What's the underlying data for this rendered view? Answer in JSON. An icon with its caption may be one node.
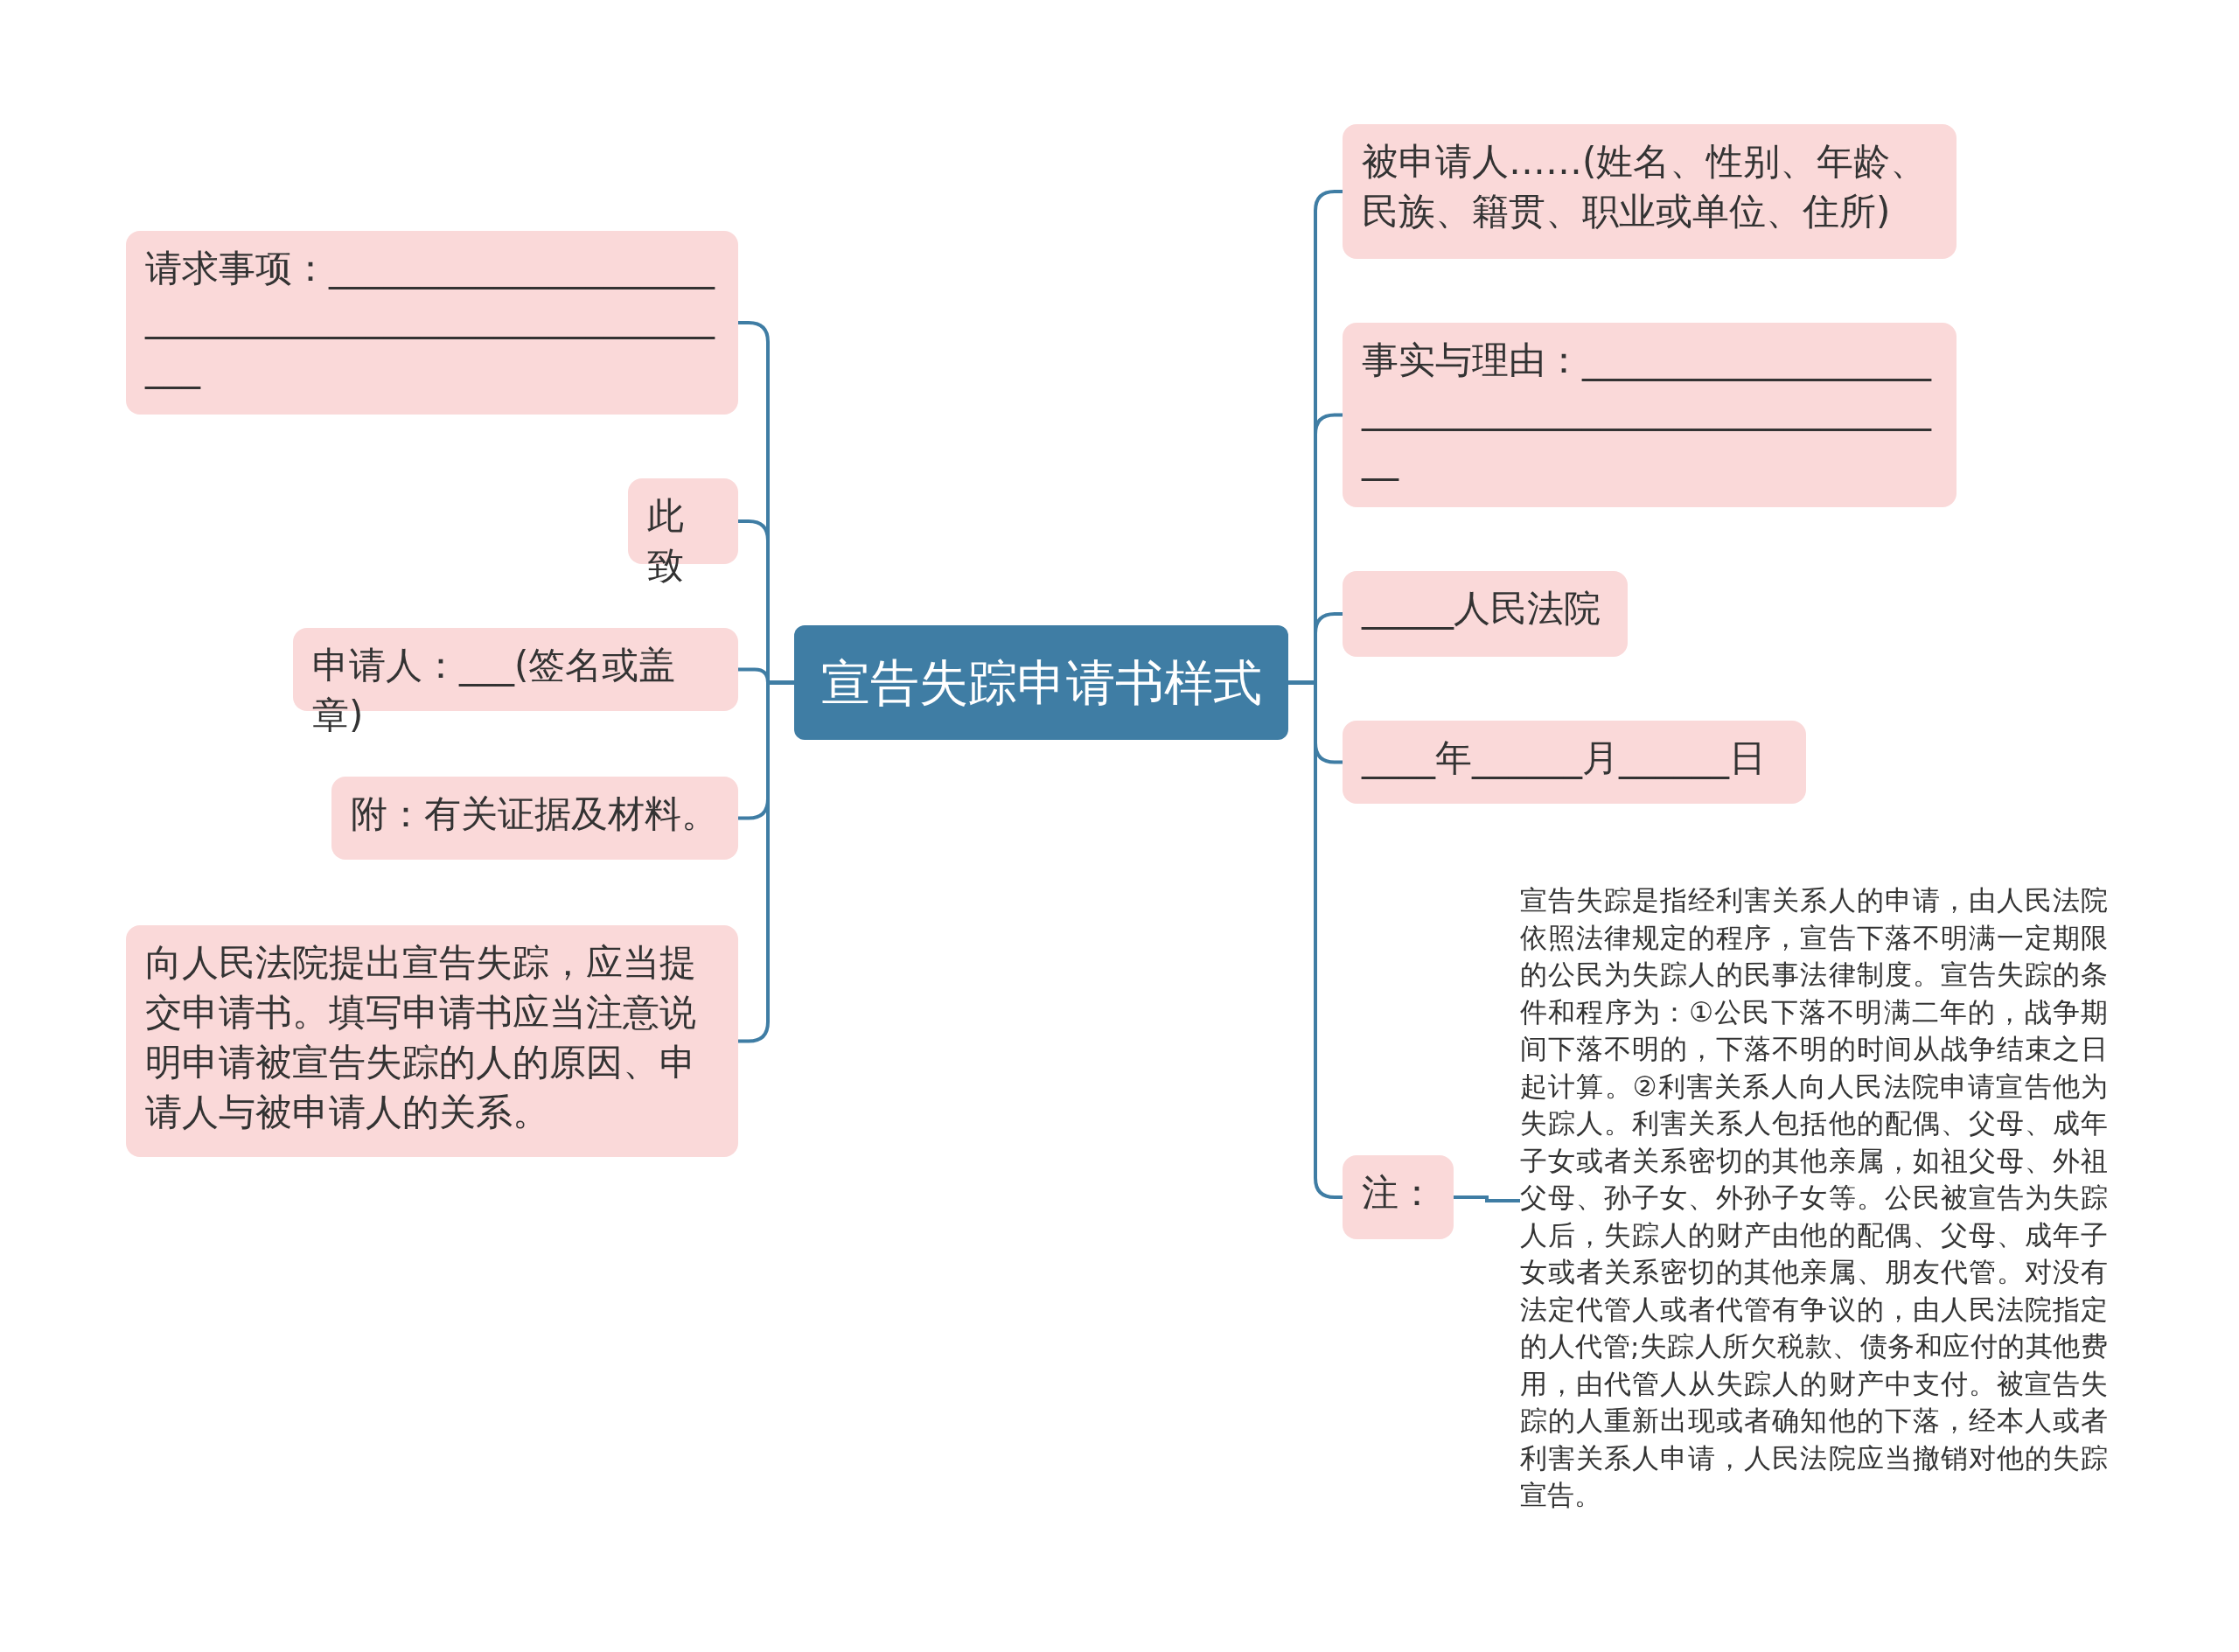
{
  "diagram": {
    "nodes": [
      {
        "text": [
          "宣告失踪申请书样式"
        ]
      },
      {
        "text": [
          "请求事项：_______________________________________________________"
        ]
      },
      {
        "text": [
          "此致"
        ]
      },
      {
        "text": [
          "申请人：___(签名或盖章)"
        ]
      },
      {
        "text": [
          "附：有关证据及材料。"
        ]
      },
      {
        "text": [
          "向人民法院提出宣告失踪，应当提交申请书。填写申请书应当注意说明申请被宣告失踪的人的原因、申请人与被申请人的关系。"
        ]
      },
      {
        "text": [
          "被申请人……(姓名、性别、年龄、民族、籍贯、职业或单位、住所)"
        ]
      },
      {
        "text": [
          "事实与理由：____________________________________________________"
        ]
      },
      {
        "text": [
          "_____人民法院"
        ]
      },
      {
        "text": [
          "____年______月______日"
        ]
      },
      {
        "text": [
          "注："
        ]
      },
      {
        "text": [
          "宣告失踪是指经利害关系人的申请，由人民法院依照法律规定的程序，宣告下落不明满一定期限的公民为失踪人的民事法律制度。宣告失踪的条件和程序为：①公民下落不明满二年的，战争期间下落不明的，下落不明的时间从战争结束之日起计算。②利害关系人向人民法院申请宣告他为失踪人。利害关系人包括他的配偶、父母、成年子女或者关系密切的其他亲属，如祖父母、外祖父母、孙子女、外孙子女等。公民被宣告为失踪人后，失踪人的财产由他的配偶、父母、成年子女或者关系密切的其他亲属、朋友代管。对没有法定代管人或者代管有争议的，由人民法院指定的人代管;失踪人所欠税款、债务和应付的其他费用，由代管人从失踪人的财产中支付。被宣告失踪的人重新出现或者确知他的下落，经本人或者利害关系人申请，人民法院应当撤销对他的失踪宣告。"
        ]
      }
    ],
    "edges": [
      {
        "from": 0,
        "to": 1,
        "arrow": "none"
      },
      {
        "from": 0,
        "to": 2,
        "arrow": "none"
      },
      {
        "from": 0,
        "to": 3,
        "arrow": "none"
      },
      {
        "from": 0,
        "to": 4,
        "arrow": "none"
      },
      {
        "from": 0,
        "to": 5,
        "arrow": "none"
      },
      {
        "from": 0,
        "to": 6,
        "arrow": "none"
      },
      {
        "from": 0,
        "to": 7,
        "arrow": "none"
      },
      {
        "from": 0,
        "to": 8,
        "arrow": "none"
      },
      {
        "from": 0,
        "to": 9,
        "arrow": "none"
      },
      {
        "from": 0,
        "to": 10,
        "arrow": "none"
      },
      {
        "from": 10,
        "to": 11,
        "arrow": "none"
      }
    ]
  }
}
